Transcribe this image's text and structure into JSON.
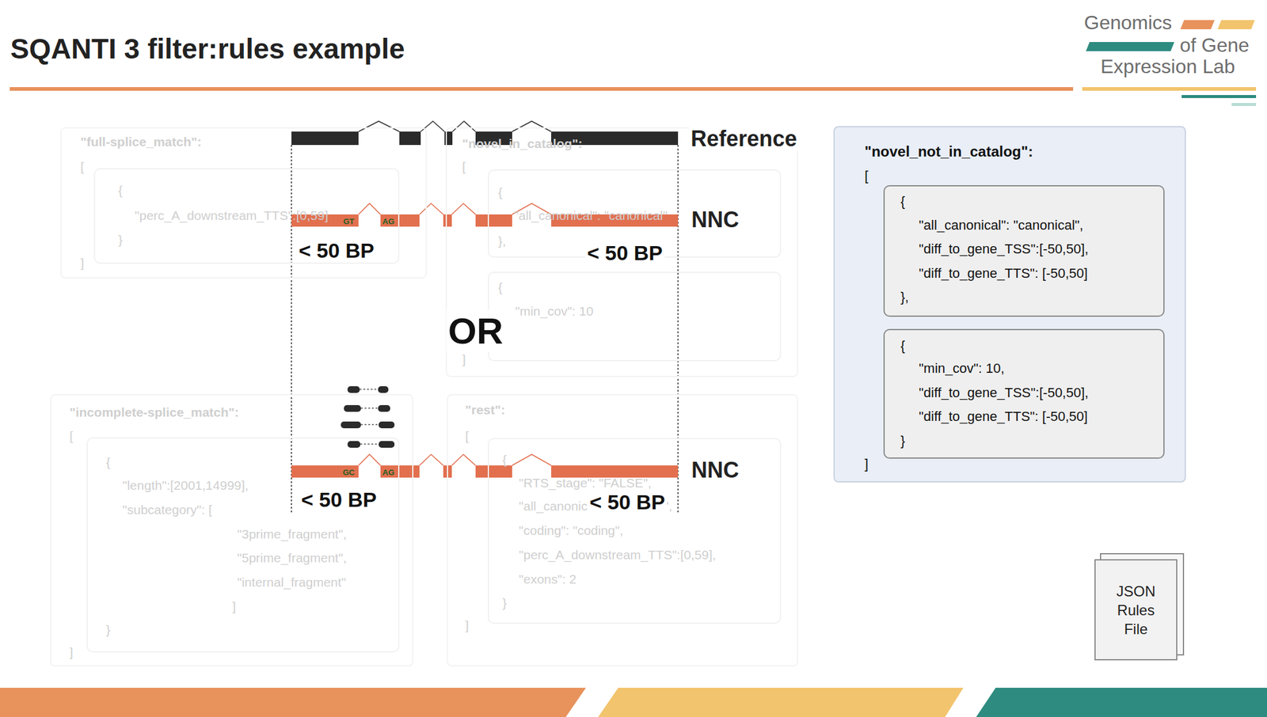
{
  "diagram": {
    "title": "SQANTI 3 filter:rules example",
    "nodes": [
      {
        "text": [
          "\"full-splice_match\":",
          "[",
          "]"
        ]
      },
      {
        "text": [
          "{",
          "\"perc_A_downstream_TTS\":[0,59]",
          "}"
        ],
        "in": 0
      },
      {
        "text": [
          "\"novel_in_catalog\":",
          "[",
          "]"
        ]
      },
      {
        "text": [
          "{",
          "\"all_canonical\": \"canonical\"",
          "},"
        ],
        "in": 2
      },
      {
        "text": [
          "{",
          "\"min_cov\": 10",
          "}"
        ],
        "in": 2
      },
      {
        "text": [
          "\"novel_not_in_catalog\":",
          "[",
          "]"
        ]
      },
      {
        "text": [
          "{",
          "\"all_canonical\": \"canonical\",",
          "\"diff_to_gene_TSS\":[-50,50],",
          "\"diff_to_gene_TTS\": [-50,50]",
          "},"
        ],
        "in": 5
      },
      {
        "text": [
          "{",
          "\"min_cov\": 10,",
          "\"diff_to_gene_TSS\":[-50,50],",
          "\"diff_to_gene_TTS\": [-50,50]",
          "}"
        ],
        "in": 5
      },
      {
        "text": [
          "\"incomplete-splice_match\":",
          "[",
          "]"
        ]
      },
      {
        "text": [
          "{",
          "\"length\":[2001,14999],",
          "\"subcategory\": [",
          "\"3prime_fragment\",",
          "\"5prime_fragment\",",
          "\"internal_fragment\"",
          "]",
          "}"
        ],
        "in": 8
      },
      {
        "text": [
          "\"rest\":",
          "[",
          "]"
        ]
      },
      {
        "text": [
          "{",
          "\"RTS_stage\": \"FALSE\",",
          "\"all_canonical\":\"canonical\",",
          "\"coding\": \"coding\",",
          "\"perc_A_downstream_TTS\":[0,59],",
          "\"exons\": 2",
          "}"
        ],
        "in": 10
      },
      {
        "text": [
          "JSON Rules File"
        ]
      }
    ],
    "labels": [
      "Reference",
      "NNC",
      "GT",
      "AG",
      "< 50 BP",
      "< 50 BP",
      "OR",
      "GC",
      "AG",
      "NNC",
      "< 50 BP",
      "< 50 BP",
      "Genomics",
      "of Gene",
      "Expression Lab"
    ]
  }
}
